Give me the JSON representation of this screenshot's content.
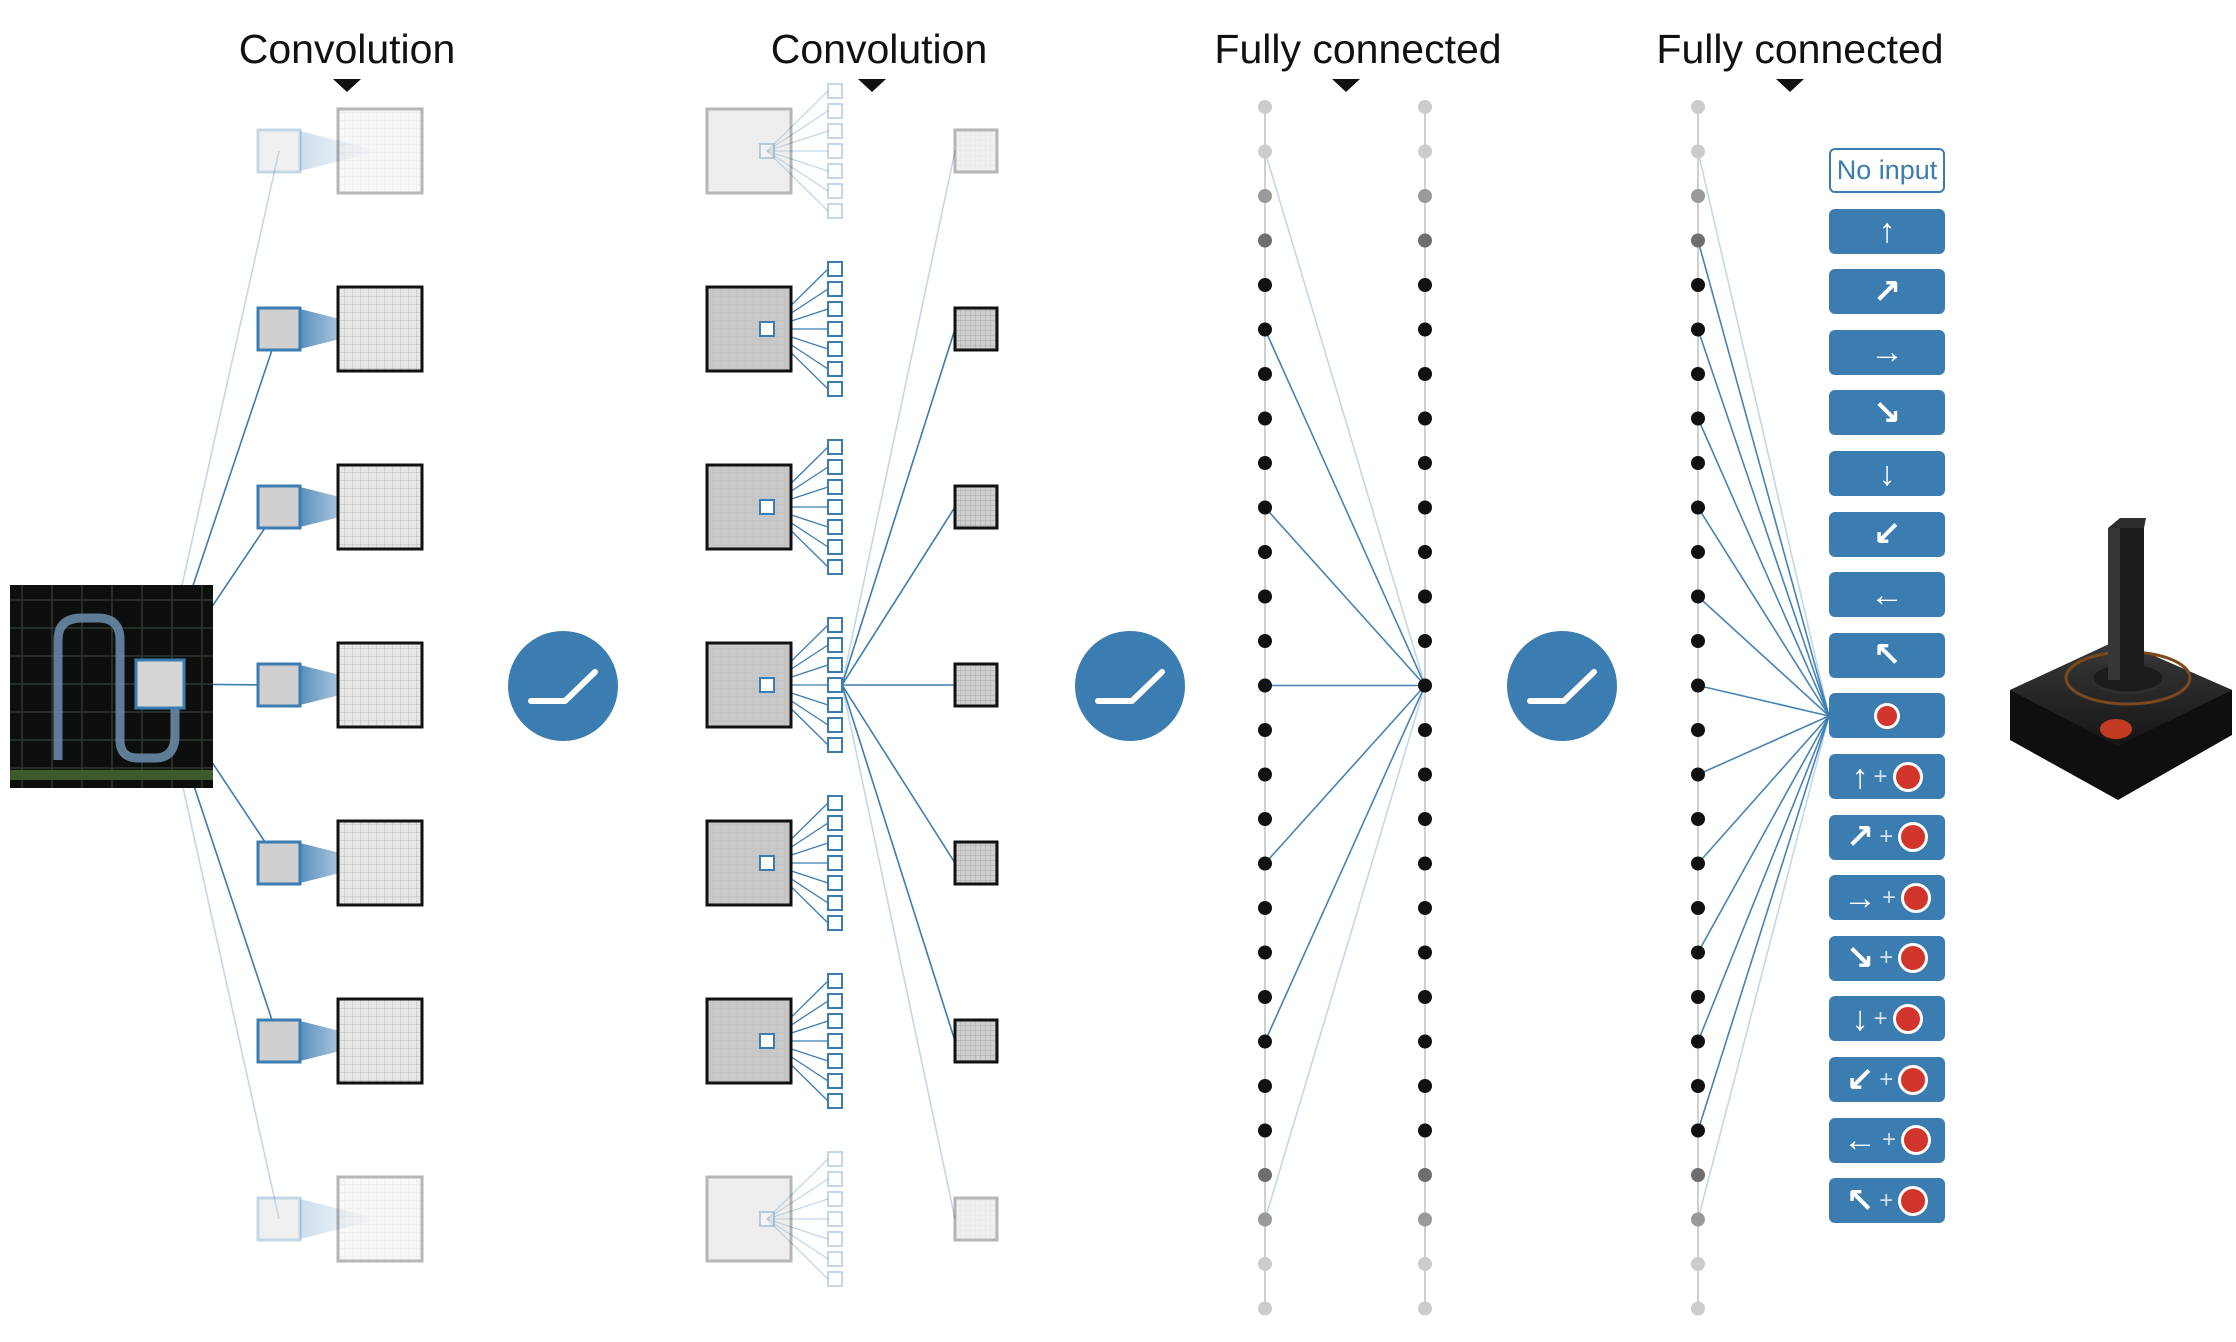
{
  "layers": {
    "conv1": {
      "title": "Convolution"
    },
    "conv2": {
      "title": "Convolution"
    },
    "fc1": {
      "title": "Fully connected"
    },
    "fc2": {
      "title": "Fully connected"
    }
  },
  "actions": [
    {
      "label": "No input",
      "icon": "",
      "fire": false
    },
    {
      "label": "",
      "icon": "arrow-up-icon",
      "fire": false
    },
    {
      "label": "",
      "icon": "arrow-up-right-icon",
      "fire": false
    },
    {
      "label": "",
      "icon": "arrow-right-icon",
      "fire": false
    },
    {
      "label": "",
      "icon": "arrow-down-right-icon",
      "fire": false
    },
    {
      "label": "",
      "icon": "arrow-down-icon",
      "fire": false
    },
    {
      "label": "",
      "icon": "arrow-down-left-icon",
      "fire": false
    },
    {
      "label": "",
      "icon": "arrow-left-icon",
      "fire": false
    },
    {
      "label": "",
      "icon": "arrow-up-left-icon",
      "fire": false
    },
    {
      "label": "",
      "icon": "fire-button-icon",
      "fire": true
    },
    {
      "label": "+",
      "icon": "arrow-up-icon",
      "fire": true
    },
    {
      "label": "+",
      "icon": "arrow-up-right-icon",
      "fire": true
    },
    {
      "label": "+",
      "icon": "arrow-right-icon",
      "fire": true
    },
    {
      "label": "+",
      "icon": "arrow-down-right-icon",
      "fire": true
    },
    {
      "label": "+",
      "icon": "arrow-down-icon",
      "fire": true
    },
    {
      "label": "+",
      "icon": "arrow-down-left-icon",
      "fire": true
    },
    {
      "label": "+",
      "icon": "arrow-left-icon",
      "fire": true
    },
    {
      "label": "+",
      "icon": "arrow-up-left-icon",
      "fire": true
    }
  ],
  "icons": {
    "relu": "relu-activation-icon",
    "input": "game-screen-icon",
    "joystick": "joystick-icon"
  },
  "colors": {
    "accent": "#3b7cb1",
    "fire": "#d2352b",
    "node": "#111111",
    "fadedNode": "#c8c8c8",
    "fill": "#c8c8c8"
  }
}
